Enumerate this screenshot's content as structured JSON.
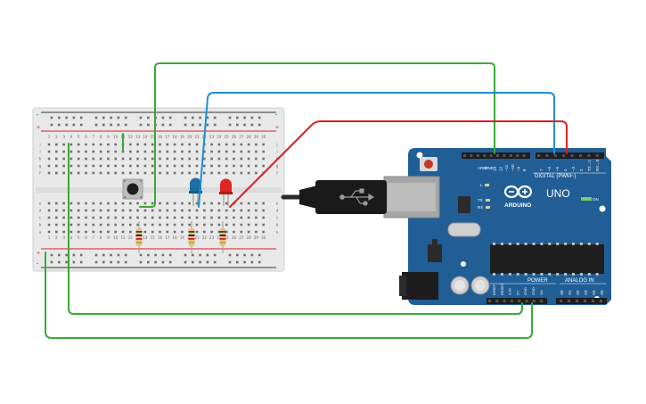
{
  "breadboard": {
    "rail_top_minus": "-",
    "rail_top_plus": "+",
    "rail_bottom_minus": "-",
    "rail_bottom_plus": "+",
    "columns": [
      "1",
      "2",
      "3",
      "4",
      "5",
      "6",
      "7",
      "8",
      "9",
      "10",
      "11",
      "12",
      "13",
      "14",
      "15",
      "16",
      "17",
      "18",
      "19",
      "20",
      "21",
      "22",
      "23",
      "24",
      "25",
      "26",
      "27",
      "28",
      "29",
      "30"
    ],
    "rows_top": [
      "j",
      "i",
      "h",
      "g",
      "f"
    ],
    "rows_bottom": [
      "e",
      "d",
      "c",
      "b",
      "a"
    ]
  },
  "arduino": {
    "brand_text": "ARDUINO",
    "model_text": "UNO",
    "digital_header": "DIGITAL (PWM~)",
    "power_header": "POWER",
    "analog_header": "ANALOG IN",
    "on_label": "ON",
    "l_label": "L",
    "tx_label": "TX",
    "rx_label": "RX",
    "aref_label": "AREF",
    "gnd_label": "GND",
    "digital_pins": [
      "13",
      "12",
      "~11",
      "~10",
      "~9",
      "8",
      "7",
      "~6",
      "~5",
      "4",
      "~3",
      "2",
      "TX→1",
      "RX←0"
    ],
    "power_pins": [
      "IOREF",
      "RESET",
      "3.3V",
      "5V",
      "GND",
      "GND",
      "Vin"
    ],
    "analog_pins": [
      "A0",
      "A1",
      "A2",
      "A3",
      "A4",
      "A5"
    ]
  },
  "colors": {
    "wire_green": "#3aaa35",
    "wire_blue": "#1f8fd6",
    "wire_red": "#e02020",
    "board_blue": "#215e96",
    "led_blue": "#1c6ea4",
    "led_red": "#e02525"
  }
}
